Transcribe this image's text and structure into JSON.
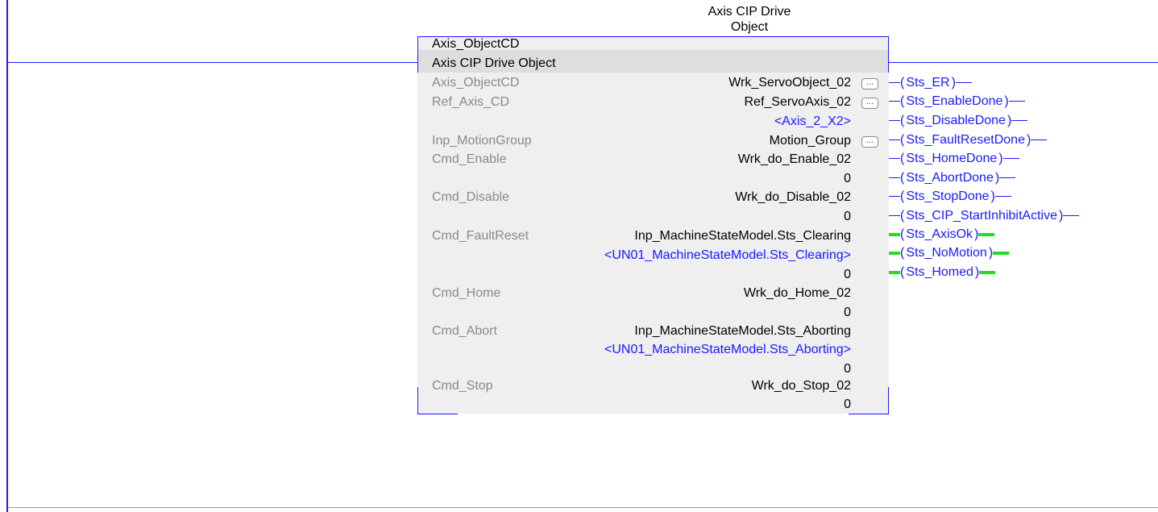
{
  "block": {
    "title_line1": "Axis CIP Drive",
    "title_line2": "Object",
    "instance_name": "Axis_ObjectCD",
    "instance_type": "Axis CIP Drive Object"
  },
  "params": [
    {
      "label": "Axis_ObjectCD",
      "value": "Wrk_ServoObject_02",
      "has_browse": true
    },
    {
      "label": "Ref_Axis_CD",
      "value": "Ref_ServoAxis_02",
      "has_browse": true,
      "alias": "<Axis_2_X2>"
    },
    {
      "label": "Inp_MotionGroup",
      "value": "Motion_Group",
      "has_browse": true
    },
    {
      "label": "Cmd_Enable",
      "value": "Wrk_do_Enable_02",
      "state": "0"
    },
    {
      "label": "Cmd_Disable",
      "value": "Wrk_do_Disable_02",
      "state": "0"
    },
    {
      "label": "Cmd_FaultReset",
      "value": "Inp_MachineStateModel.Sts_Clearing",
      "alias": "<UN01_MachineStateModel.Sts_Clearing>",
      "state": "0"
    },
    {
      "label": "Cmd_Home",
      "value": "Wrk_do_Home_02",
      "state": "0"
    },
    {
      "label": "Cmd_Abort",
      "value": "Inp_MachineStateModel.Sts_Aborting",
      "alias": "<UN01_MachineStateModel.Sts_Aborting>",
      "state": "0"
    },
    {
      "label": "Cmd_Stop",
      "value": "Wrk_do_Stop_02",
      "state": "0"
    }
  ],
  "outputs": [
    {
      "name": "Sts_ER",
      "energized": false
    },
    {
      "name": "Sts_EnableDone",
      "energized": false
    },
    {
      "name": "Sts_DisableDone",
      "energized": false
    },
    {
      "name": "Sts_FaultResetDone",
      "energized": false
    },
    {
      "name": "Sts_HomeDone",
      "energized": false
    },
    {
      "name": "Sts_AbortDone",
      "energized": false
    },
    {
      "name": "Sts_StopDone",
      "energized": false
    },
    {
      "name": "Sts_CIP_StartInhibitActive",
      "energized": false
    },
    {
      "name": "Sts_AxisOk",
      "energized": true
    },
    {
      "name": "Sts_NoMotion",
      "energized": true
    },
    {
      "name": "Sts_Homed",
      "energized": true
    }
  ],
  "browse_glyph": "...",
  "colors": {
    "wire": "#1a1aff",
    "energized": "#22dd22",
    "label": "#8a8a8a",
    "alias": "#1a1aff"
  }
}
